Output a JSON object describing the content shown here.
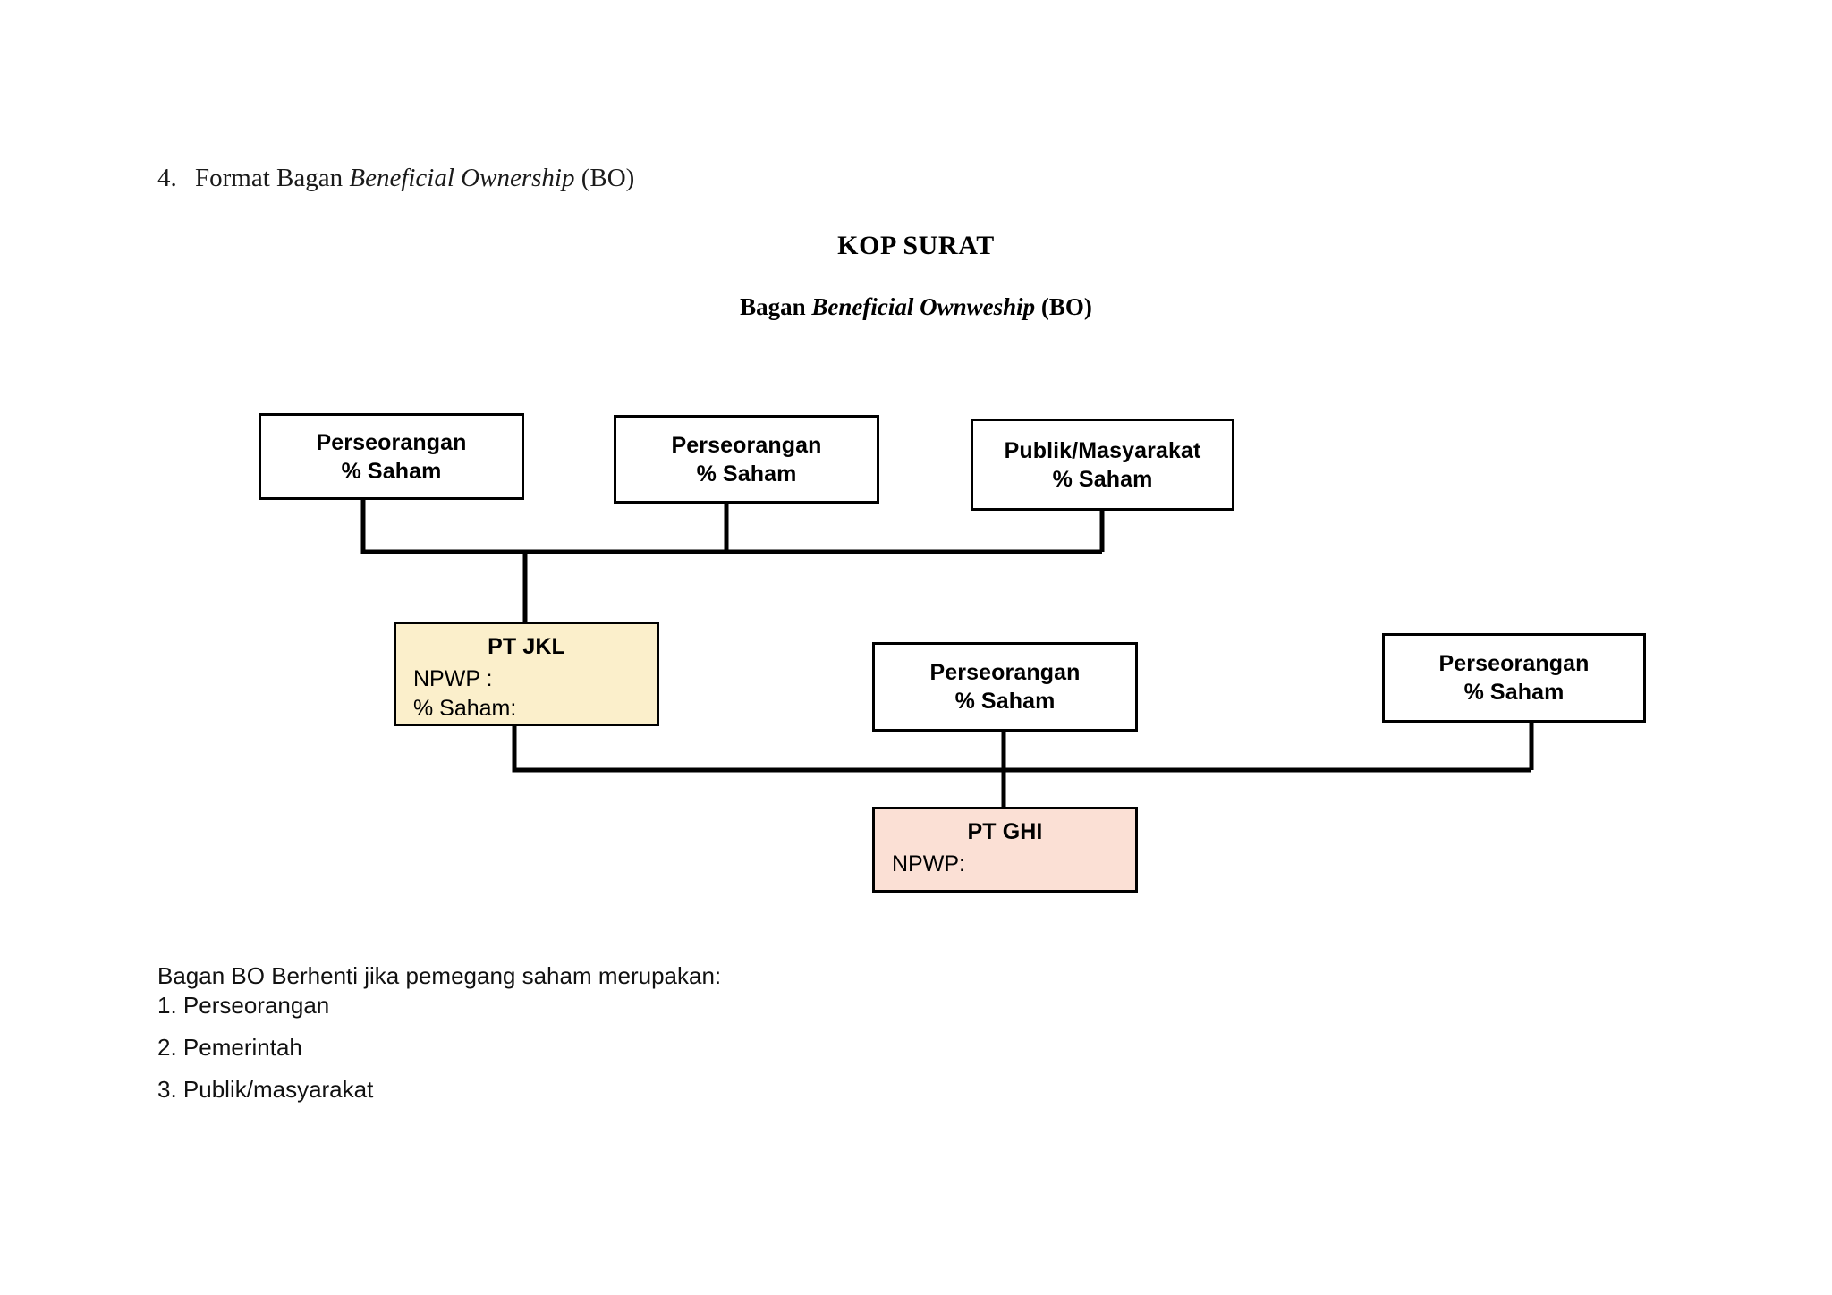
{
  "document": {
    "heading_number": "4.",
    "heading_text_before": "Format Bagan ",
    "heading_text_italic": "Beneficial Ownership",
    "heading_text_after": " (BO)",
    "letterhead": "KOP SURAT",
    "chart_title_before": "Bagan ",
    "chart_title_italic": "Beneficial Ownweship",
    "chart_title_after": " (BO)"
  },
  "colors": {
    "line": "#000000",
    "box_fill": "#ffffff",
    "pt_jkl_fill": "#FBEFCB",
    "pt_ghi_fill": "#FBE0D5",
    "text": "#000000"
  },
  "chart": {
    "tier1": [
      {
        "id": "owner-1",
        "line1": "Perseorangan",
        "line2": "% Saham"
      },
      {
        "id": "owner-2",
        "line1": "Perseorangan",
        "line2": "% Saham"
      },
      {
        "id": "owner-3",
        "line1": "Publik/Masyarakat",
        "line2": "% Saham"
      }
    ],
    "tier2": [
      {
        "id": "pt-jkl",
        "title": "PT JKL",
        "field1": "NPWP :",
        "field2": "% Saham:"
      },
      {
        "id": "owner-4",
        "line1": "Perseorangan",
        "line2": "% Saham"
      },
      {
        "id": "owner-5",
        "line1": "Perseorangan",
        "line2": "% Saham"
      }
    ],
    "tier3": [
      {
        "id": "pt-ghi",
        "title": "PT GHI",
        "field1": "NPWP:"
      }
    ]
  },
  "footnote": {
    "intro": "Bagan BO Berhenti jika pemegang saham merupakan:",
    "items": [
      "1. Perseorangan",
      "2. Pemerintah",
      "3. Publik/masyarakat"
    ]
  }
}
